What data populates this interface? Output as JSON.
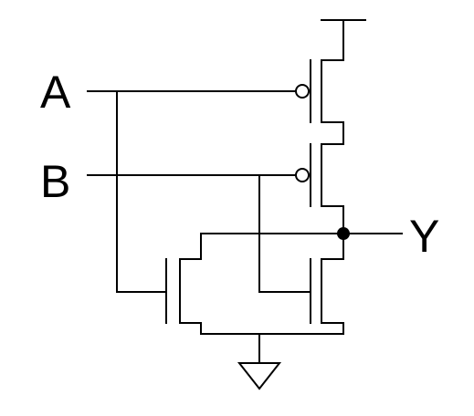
{
  "labels": {
    "input_a": "A",
    "input_b": "B",
    "output_y": "Y"
  },
  "colors": {
    "wire": "#000000",
    "background": "#ffffff"
  },
  "components": {
    "pmos_count": 2,
    "nmos_count": 2,
    "pmos_arrangement": "series",
    "nmos_arrangement": "parallel",
    "supply": "vdd",
    "ground": "ground-triangle"
  }
}
